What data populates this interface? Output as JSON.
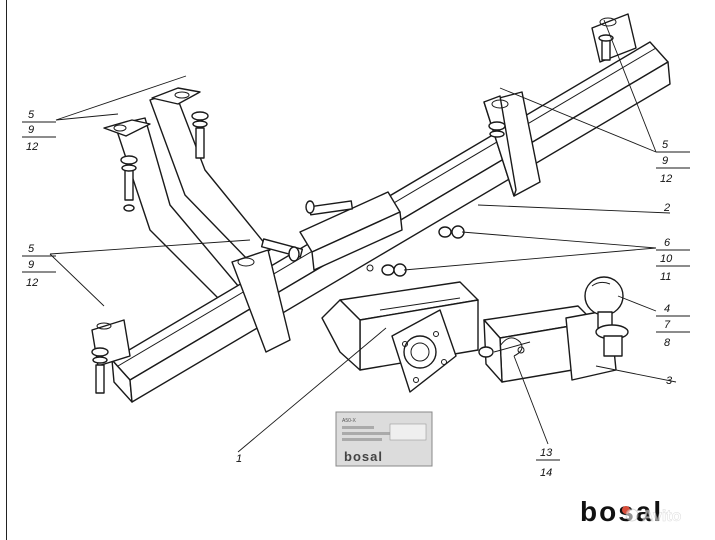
{
  "callouts": {
    "left_top": [
      "5",
      "9",
      "12"
    ],
    "left_mid": [
      "5",
      "9",
      "12"
    ],
    "right_top": [
      "5",
      "9",
      "12"
    ],
    "right_mid": [
      "6",
      "10",
      "11"
    ],
    "ball": [
      "4",
      "7",
      "8"
    ],
    "crossbar": "2",
    "bar_3": "3",
    "main_1": "1",
    "pin": [
      "13",
      "14"
    ]
  },
  "plate": {
    "brand": "bosal",
    "line1": "A50-X"
  },
  "logo": {
    "text": "bosal"
  },
  "watermark": {
    "text": "Avito"
  },
  "colors": {
    "line": "#1a1a1a",
    "plate_fill": "#dcdcdc",
    "accent_red": "#d94d3a"
  }
}
